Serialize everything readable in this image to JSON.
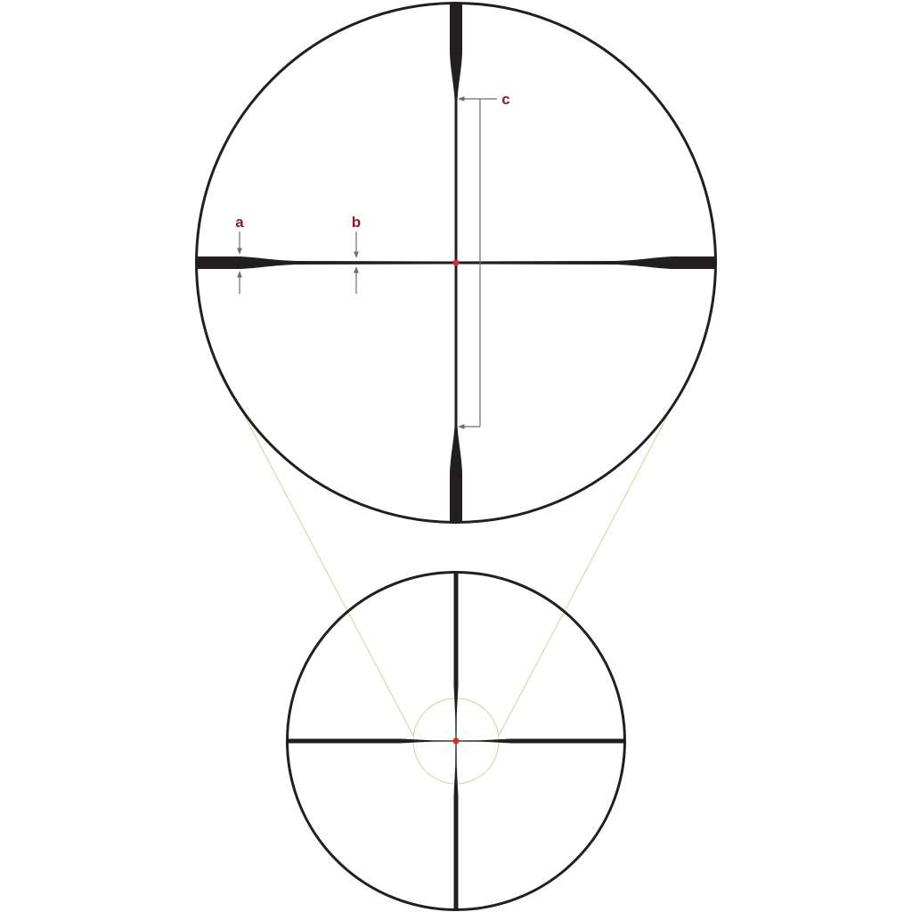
{
  "labels": {
    "a": "a",
    "b": "b",
    "c": "c"
  },
  "colors": {
    "background": "#ffffff",
    "reticle": "#231f20",
    "center_dot": "#e0262b",
    "label_text": "#8b1c24",
    "callout_line": "#6d6e71",
    "zoom_guide": "#d8cd9a"
  }
}
